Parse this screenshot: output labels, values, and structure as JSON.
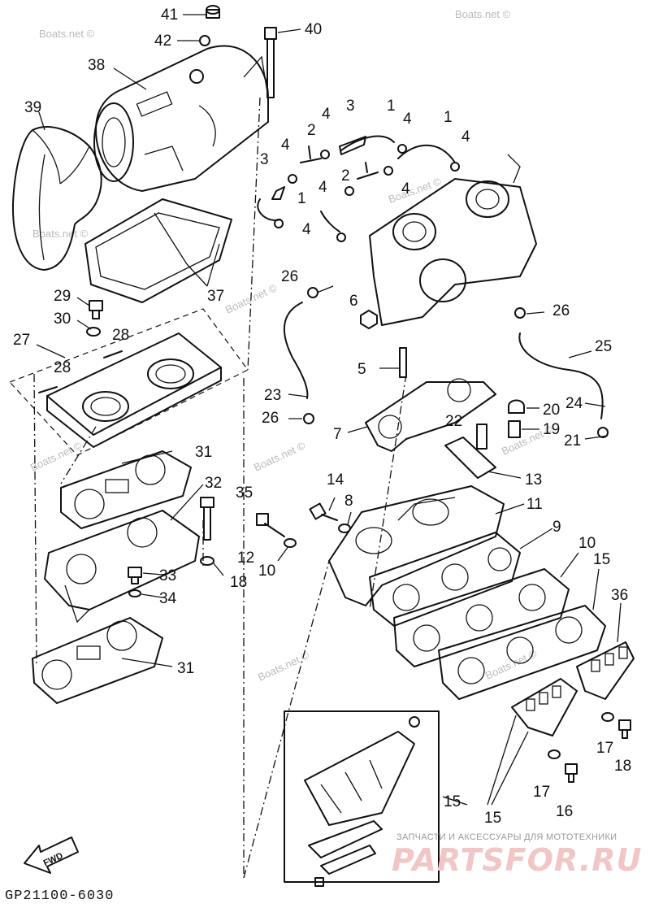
{
  "diagram": {
    "code": "GP21100-6030",
    "direction_label": "FWD",
    "watermarks": [
      "Boats.net ©",
      "Boats.net ©",
      "Boats.net ©",
      "Boats.net ©",
      "Boats.net ©",
      "Boats.net ©",
      "Boats.net ©",
      "Boats.net ©",
      "Boats.net ©",
      "Boats.net ©"
    ],
    "shop_tagline": "ЗАПЧАСТИ И АКСЕССУАРЫ ДЛЯ МОТОТЕХНИКИ",
    "shop_logo": "PARTSFOR.RU",
    "callouts": [
      "41",
      "40",
      "42",
      "38",
      "39",
      "37",
      "29",
      "30",
      "28",
      "27",
      "28",
      "31",
      "32",
      "35",
      "33",
      "34",
      "31",
      "1",
      "3",
      "4",
      "2",
      "4",
      "1",
      "4",
      "3",
      "4",
      "2",
      "4",
      "1",
      "4",
      "4",
      "26",
      "6",
      "26",
      "25",
      "5",
      "23",
      "26",
      "24",
      "20",
      "7",
      "22",
      "19",
      "21",
      "13",
      "14",
      "8",
      "11",
      "12",
      "10",
      "9",
      "10",
      "15",
      "36",
      "18",
      "17",
      "18",
      "17",
      "16",
      "15"
    ]
  }
}
